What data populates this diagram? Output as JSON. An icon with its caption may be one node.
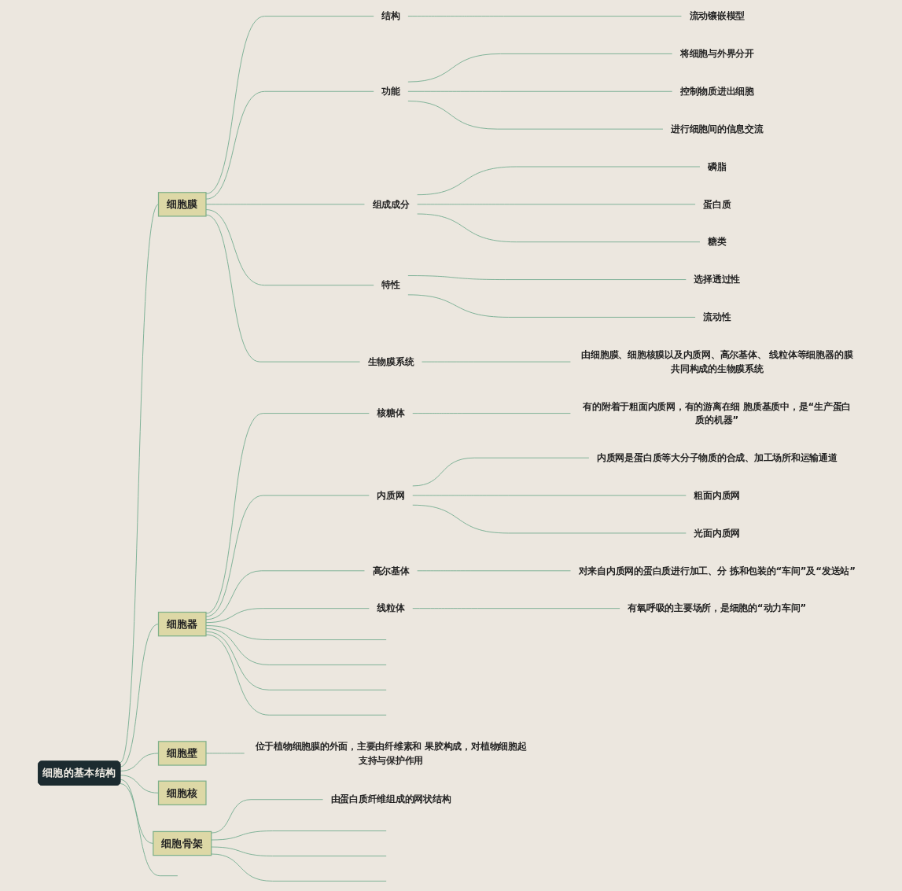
{
  "diagram": {
    "nodes": [
      {
        "text": [
          "细胞的基本结构"
        ]
      },
      {
        "text": [
          "细胞膜"
        ]
      },
      {
        "text": [
          "结构"
        ]
      },
      {
        "text": [
          "流动镶嵌模型"
        ]
      },
      {
        "text": [
          "功能"
        ]
      },
      {
        "text": [
          "将细胞与外界分开"
        ]
      },
      {
        "text": [
          "控制物质进出细胞"
        ]
      },
      {
        "text": [
          "进行细胞间的信息交流"
        ]
      },
      {
        "text": [
          "组成成分"
        ]
      },
      {
        "text": [
          "磷脂"
        ]
      },
      {
        "text": [
          "蛋白质"
        ]
      },
      {
        "text": [
          "糖类"
        ]
      },
      {
        "text": [
          "特性"
        ]
      },
      {
        "text": [
          "选择透过性"
        ]
      },
      {
        "text": [
          "流动性"
        ]
      },
      {
        "text": [
          "生物膜系统"
        ]
      },
      {
        "text": [
          "由细胞膜、细胞核膜以及内质网、高尔基体、 线粒体等细胞器的膜共同构成的生物膜系统"
        ]
      },
      {
        "text": [
          "细胞器"
        ]
      },
      {
        "text": [
          "核糖体"
        ]
      },
      {
        "text": [
          "有的附着于粗面内质网，有的游离在细 胞质基质中，是“生产蛋白质的机器”"
        ]
      },
      {
        "text": [
          "内质网"
        ]
      },
      {
        "text": [
          "内质网是蛋白质等大分子物质的合成、加工场所和运输通道"
        ]
      },
      {
        "text": [
          "粗面内质网"
        ]
      },
      {
        "text": [
          "光面内质网"
        ]
      },
      {
        "text": [
          "高尔基体"
        ]
      },
      {
        "text": [
          "对来自内质网的蛋白质进行加工、分 拣和包装的“车间”及“发送站”"
        ]
      },
      {
        "text": [
          "线粒体"
        ]
      },
      {
        "text": [
          "有氧呼吸的主要场所，是细胞的“动力车间”"
        ]
      },
      {
        "text": [
          "细胞壁"
        ]
      },
      {
        "text": [
          "位于植物细胞膜的外面，主要由纤维素和 果胶构成，对植物细胞起支持与保护作用"
        ]
      },
      {
        "text": [
          "细胞核"
        ]
      },
      {
        "text": [
          "细胞骨架"
        ]
      },
      {
        "text": [
          "由蛋白质纤维组成的网状结构"
        ]
      }
    ],
    "edges": [
      {
        "from": 0,
        "to": 1,
        "arrow": "none"
      },
      {
        "from": 1,
        "to": 2,
        "arrow": "none"
      },
      {
        "from": 2,
        "to": 3,
        "arrow": "none"
      },
      {
        "from": 1,
        "to": 4,
        "arrow": "none"
      },
      {
        "from": 4,
        "to": 5,
        "arrow": "none"
      },
      {
        "from": 4,
        "to": 6,
        "arrow": "none"
      },
      {
        "from": 4,
        "to": 7,
        "arrow": "none"
      },
      {
        "from": 1,
        "to": 8,
        "arrow": "none"
      },
      {
        "from": 8,
        "to": 9,
        "arrow": "none"
      },
      {
        "from": 8,
        "to": 10,
        "arrow": "none"
      },
      {
        "from": 8,
        "to": 11,
        "arrow": "none"
      },
      {
        "from": 1,
        "to": 12,
        "arrow": "none"
      },
      {
        "from": 12,
        "to": 13,
        "arrow": "none"
      },
      {
        "from": 12,
        "to": 14,
        "arrow": "none"
      },
      {
        "from": 1,
        "to": 15,
        "arrow": "none"
      },
      {
        "from": 15,
        "to": 16,
        "arrow": "none"
      },
      {
        "from": 0,
        "to": 17,
        "arrow": "none"
      },
      {
        "from": 17,
        "to": 18,
        "arrow": "none"
      },
      {
        "from": 18,
        "to": 19,
        "arrow": "none"
      },
      {
        "from": 17,
        "to": 20,
        "arrow": "none"
      },
      {
        "from": 20,
        "to": 21,
        "arrow": "none"
      },
      {
        "from": 20,
        "to": 22,
        "arrow": "none"
      },
      {
        "from": 20,
        "to": 23,
        "arrow": "none"
      },
      {
        "from": 17,
        "to": 24,
        "arrow": "none"
      },
      {
        "from": 24,
        "to": 25,
        "arrow": "none"
      },
      {
        "from": 17,
        "to": 26,
        "arrow": "none"
      },
      {
        "from": 26,
        "to": 27,
        "arrow": "none"
      },
      {
        "from": 17,
        "to": null,
        "arrow": "none"
      },
      {
        "from": 17,
        "to": null,
        "arrow": "none"
      },
      {
        "from": 17,
        "to": null,
        "arrow": "none"
      },
      {
        "from": 17,
        "to": null,
        "arrow": "none"
      },
      {
        "from": 0,
        "to": 28,
        "arrow": "none"
      },
      {
        "from": 28,
        "to": 29,
        "arrow": "none"
      },
      {
        "from": 0,
        "to": 30,
        "arrow": "none"
      },
      {
        "from": 0,
        "to": 31,
        "arrow": "none"
      },
      {
        "from": 31,
        "to": 32,
        "arrow": "none"
      },
      {
        "from": 31,
        "to": null,
        "arrow": "none"
      },
      {
        "from": 31,
        "to": null,
        "arrow": "none"
      },
      {
        "from": 31,
        "to": null,
        "arrow": "none"
      },
      {
        "from": 0,
        "to": null,
        "arrow": "none"
      }
    ]
  }
}
